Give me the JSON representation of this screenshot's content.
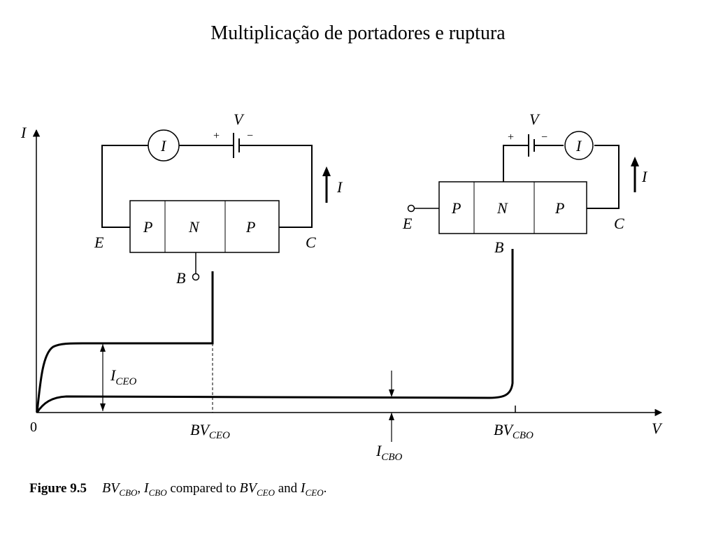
{
  "title": "Multiplicação de portadores e ruptura",
  "axes": {
    "y_label": "I",
    "x_label": "V",
    "origin": "0"
  },
  "curve_labels": {
    "iceo_main": "I",
    "iceo_sub": "CEO",
    "icbo_main": "I",
    "icbo_sub": "CBO",
    "bvceo_main": "BV",
    "bvceo_sub": "CEO",
    "bvcbo_main": "BV",
    "bvcbo_sub": "CBO"
  },
  "circuit_left": {
    "layers": [
      "P",
      "N",
      "P"
    ],
    "emitter": "E",
    "collector": "C",
    "base": "B",
    "source": "V",
    "plus": "+",
    "minus": "−",
    "meter": "I",
    "current": "I"
  },
  "circuit_right": {
    "layers": [
      "P",
      "N",
      "P"
    ],
    "emitter": "E",
    "collector": "C",
    "base": "B",
    "source": "V",
    "plus": "+",
    "minus": "−",
    "meter": "I",
    "current": "I"
  },
  "caption": {
    "figure": "Figure 9.5",
    "t1": "BV",
    "t1s": "CBO",
    "t2": ", ",
    "t3": "I",
    "t3s": "CBO",
    "t4": " compared to ",
    "t5": "BV",
    "t5s": "CEO",
    "t6": " and ",
    "t7": "I",
    "t7s": "CEO",
    "t8": "."
  }
}
